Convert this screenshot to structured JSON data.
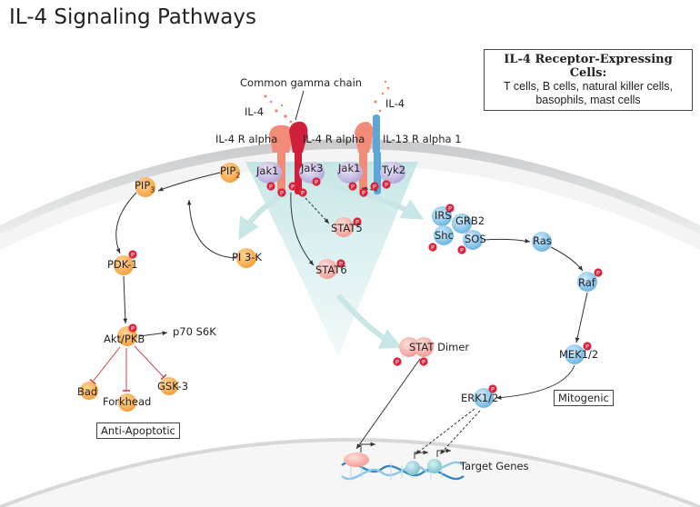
{
  "title": "IL-4 Signaling Pathways",
  "info_box": {
    "heading": "IL-4 Receptor-Expressing Cells:",
    "body": "T cells, B cells, natural killer cells, basophils, mast cells"
  },
  "receptor_labels": {
    "common_gamma_chain": "Common gamma chain",
    "il4_left": "IL-4",
    "il4_right": "IL-4",
    "il4r_alpha_1": "IL-4 R alpha",
    "il4r_alpha_2": "IL-4 R alpha",
    "il13r_alpha1": "IL-13 R alpha 1"
  },
  "kinases": {
    "jak1_a": "Jak1",
    "jak3": "Jak3",
    "jak1_b": "Jak1",
    "tyk2": "Tyk2"
  },
  "pi3k_pathway": {
    "pip2_prefix": "PIP",
    "pip2_sub": "2",
    "pip3_prefix": "PIP",
    "pip3_sub": "3",
    "pi3k": "PI 3-K",
    "pdk1": "PDK-1",
    "akt": "Akt/PKB",
    "p70": "p70 S6K",
    "bad": "Bad",
    "forkhead": "Forkhead",
    "gsk3": "GSK-3",
    "anti_apoptotic": "Anti-Apoptotic"
  },
  "stat_pathway": {
    "stat5": "STAT5",
    "stat6": "STAT6",
    "stat_dimer": "STAT Dimer"
  },
  "mapk_pathway": {
    "irs": "IRS",
    "grb2": "GRB2",
    "shc": "Shc",
    "sos": "SOS",
    "ras": "Ras",
    "raf": "Raf",
    "mek": "MEK1/2",
    "erk": "ERK1/2",
    "mitogenic": "Mitogenic"
  },
  "target_genes": "Target Genes",
  "phospho_mark": "P",
  "colors": {
    "orange_node": "#f7b35a",
    "blue_node": "#8ec9ec",
    "pink_node": "#f6b5ae",
    "purple_jak": "#c8bde3",
    "phospho": "#d9243b",
    "membrane": "#d4d6d8",
    "cone": "#cfe9e9",
    "il4_ligand": "#f08770",
    "gamma_chain": "#cf1f3b",
    "il13r": "#5fa6d8",
    "dna_blue": "#2f86c4"
  },
  "icons": [
    "phospho-icon",
    "dna-helix-icon",
    "arrow-icon",
    "inhibition-icon"
  ]
}
